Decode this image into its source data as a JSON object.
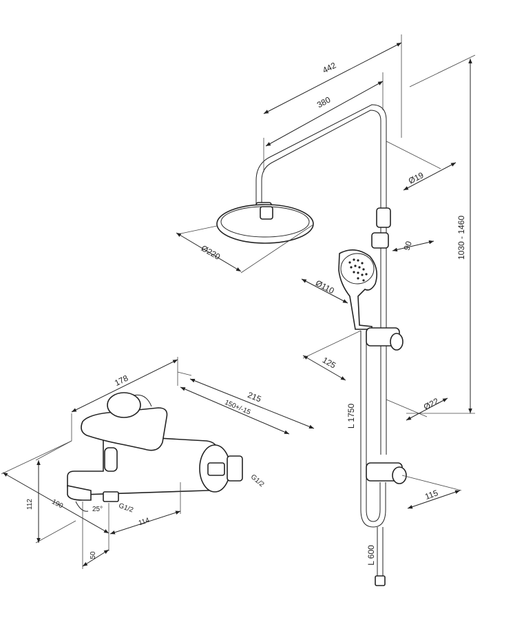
{
  "labels": {
    "d442": "442",
    "d380": "380",
    "d19": "Ø19",
    "d1030": "1030 - 1460",
    "d220": "Ø220",
    "d90": "90",
    "d110": "Ø110",
    "d125": "125",
    "d22": "Ø22",
    "dL1750": "L 1750",
    "d115": "115",
    "dL600": "L 600",
    "d178": "178",
    "d215": "215",
    "d150": "150+/-15",
    "dG12a": "G1/2",
    "dG12b": "G1/2",
    "d112": "112",
    "d190": "190",
    "d25": "25°",
    "d114": "114",
    "d50": "50"
  }
}
